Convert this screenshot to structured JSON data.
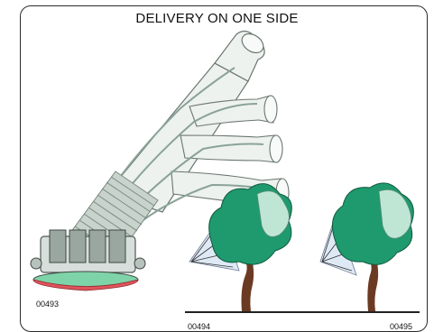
{
  "title": "DELIVERY ON ONE SIDE",
  "figures": [
    {
      "code": "00493"
    },
    {
      "code": "00494"
    },
    {
      "code": "00495"
    }
  ],
  "colors": {
    "pipe_fill": "#eef2ef",
    "pipe_stroke": "#6a7670",
    "hose": "#8aa39a",
    "bellows": "#c8d3cc",
    "base_ring": "#e0535a",
    "base_ring_light": "#7fd3a8",
    "tree_dark": "#1f9a6e",
    "tree_light": "#bfe6d4",
    "trunk": "#6b3a23",
    "ground": "#222222",
    "spray_cone": "#dfe9f6"
  }
}
